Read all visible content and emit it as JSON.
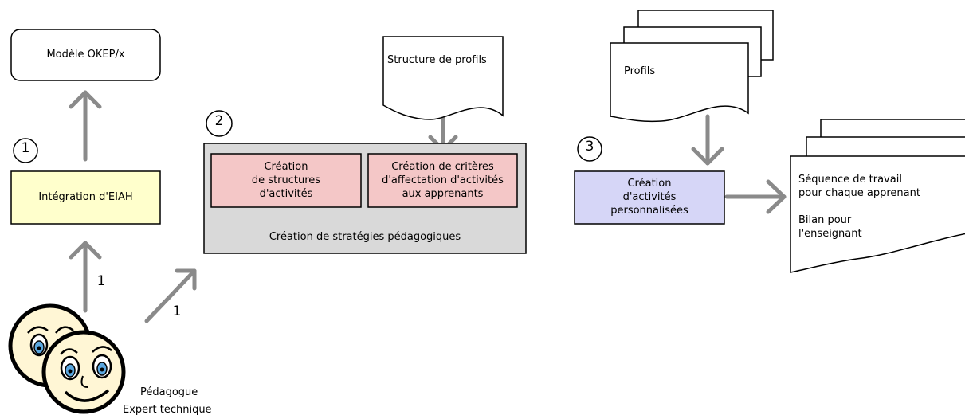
{
  "steps": {
    "one": "1",
    "two": "2",
    "three": "3"
  },
  "edge_labels": {
    "to_integration": "1",
    "to_strategies": "1"
  },
  "nodes": {
    "model": "Modèle OKEP/x",
    "integration": "Intégration d'EIAH",
    "strategies_container": "Création de stratégies pédagogiques",
    "structures": [
      "Création",
      "de structures",
      "d'activités"
    ],
    "criteria": [
      "Création de critères",
      "d'affectation d'activités",
      "aux apprenants"
    ],
    "personalized": [
      "Création",
      "d'activités",
      "personnalisées"
    ]
  },
  "documents": {
    "profile_structure": "Structure de profils",
    "profiles": "Profils",
    "output_lines": [
      "Séquence de travail",
      "pour chaque apprenant",
      "",
      "Bilan pour",
      "l'enseignant"
    ]
  },
  "actors": [
    "Pédagogue",
    "Expert technique"
  ],
  "colors": {
    "integration_fill": "#ffffcc",
    "pink_fill": "#f4c7c7",
    "container_fill": "#d9d9d9",
    "blue_fill": "#d6d6f7",
    "arrow_gray": "#8a8a8a",
    "face_fill": "#fff6d5",
    "eye_blue": "#5aa7e0"
  }
}
